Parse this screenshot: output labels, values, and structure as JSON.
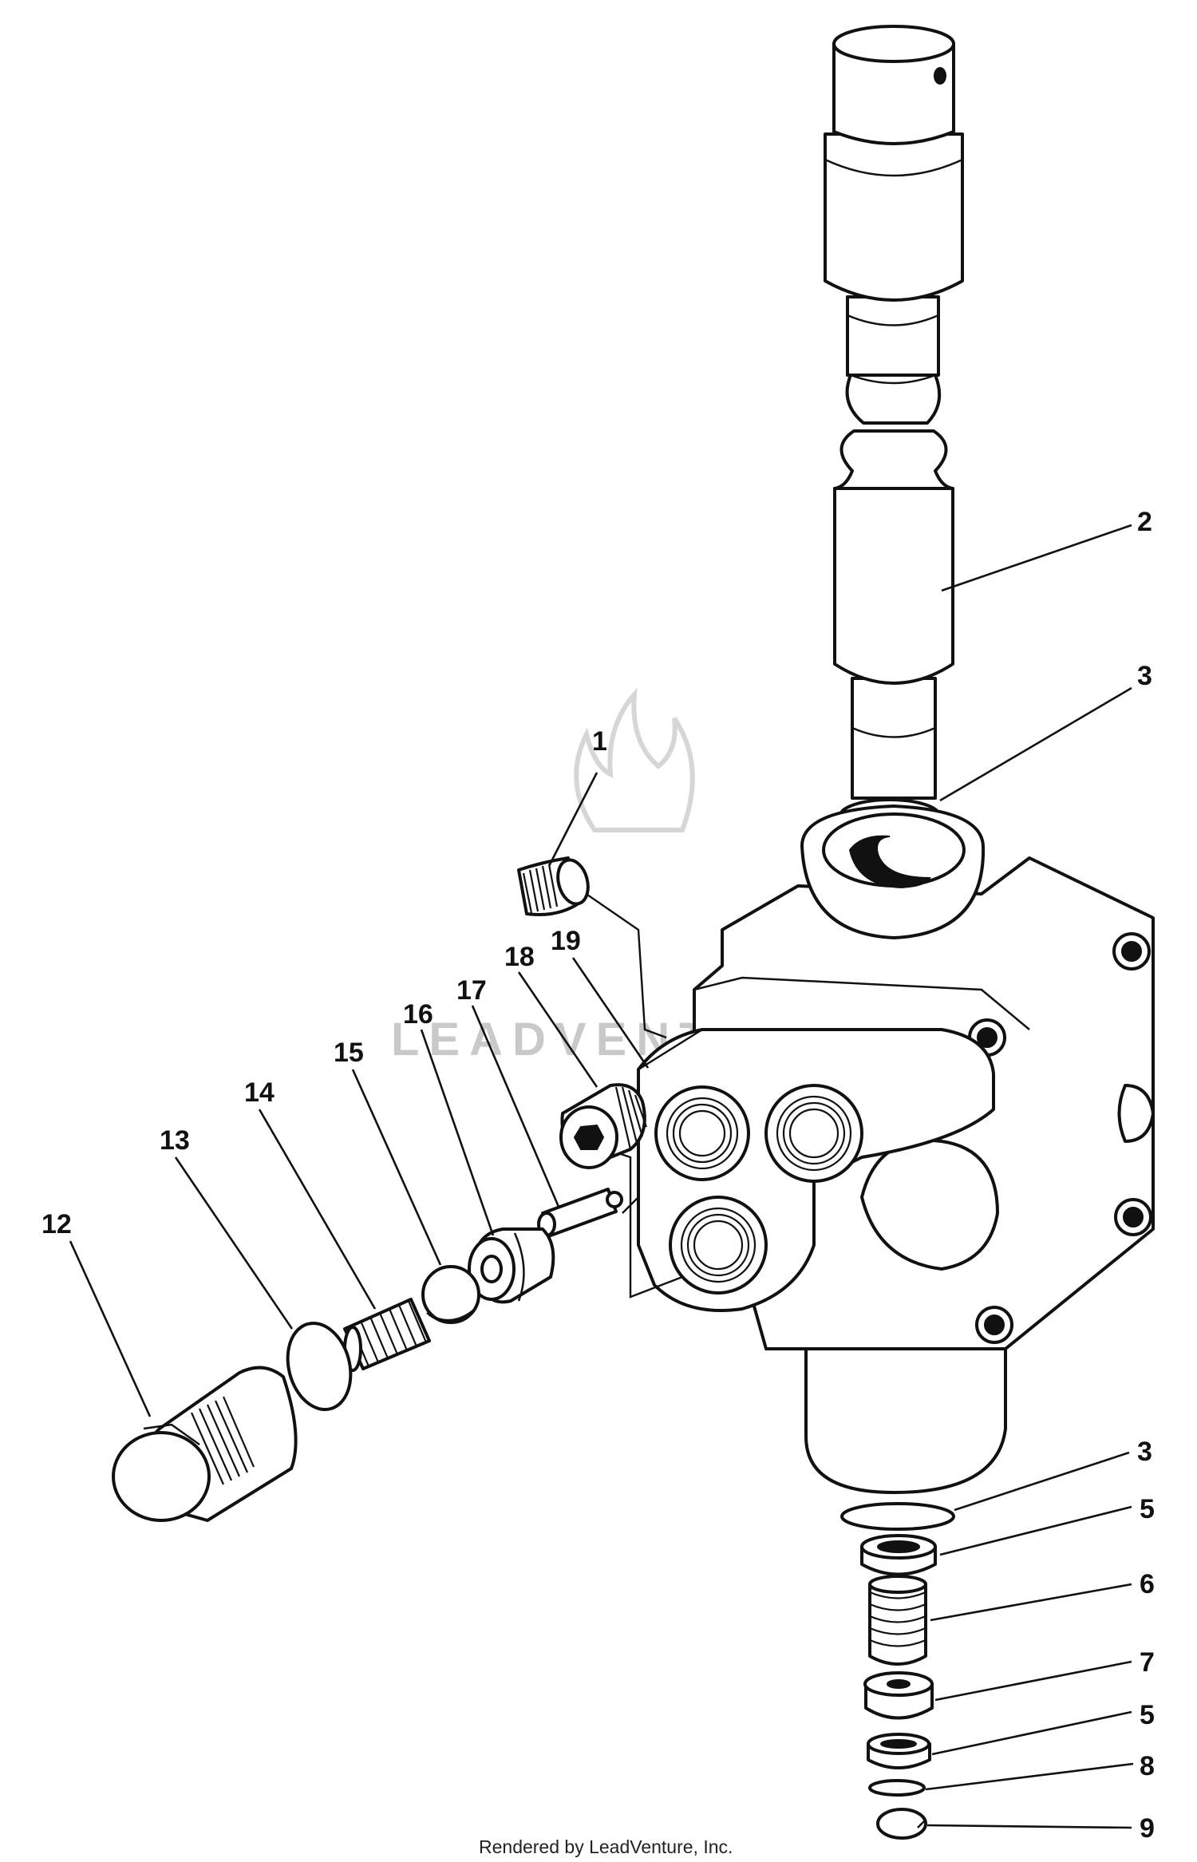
{
  "diagram": {
    "watermark": "LEADVENTURE",
    "footer": "Rendered by LeadVenture, Inc.",
    "callouts": [
      {
        "id": "c1",
        "text": "1"
      },
      {
        "id": "c2",
        "text": "2"
      },
      {
        "id": "c3a",
        "text": "3"
      },
      {
        "id": "c3b",
        "text": "3"
      },
      {
        "id": "c5a",
        "text": "5"
      },
      {
        "id": "c6",
        "text": "6"
      },
      {
        "id": "c7",
        "text": "7"
      },
      {
        "id": "c5b",
        "text": "5"
      },
      {
        "id": "c8",
        "text": "8"
      },
      {
        "id": "c9",
        "text": "9"
      },
      {
        "id": "c12",
        "text": "12"
      },
      {
        "id": "c13",
        "text": "13"
      },
      {
        "id": "c14",
        "text": "14"
      },
      {
        "id": "c15",
        "text": "15"
      },
      {
        "id": "c16",
        "text": "16"
      },
      {
        "id": "c17",
        "text": "17"
      },
      {
        "id": "c18",
        "text": "18"
      },
      {
        "id": "c19",
        "text": "19"
      }
    ]
  }
}
